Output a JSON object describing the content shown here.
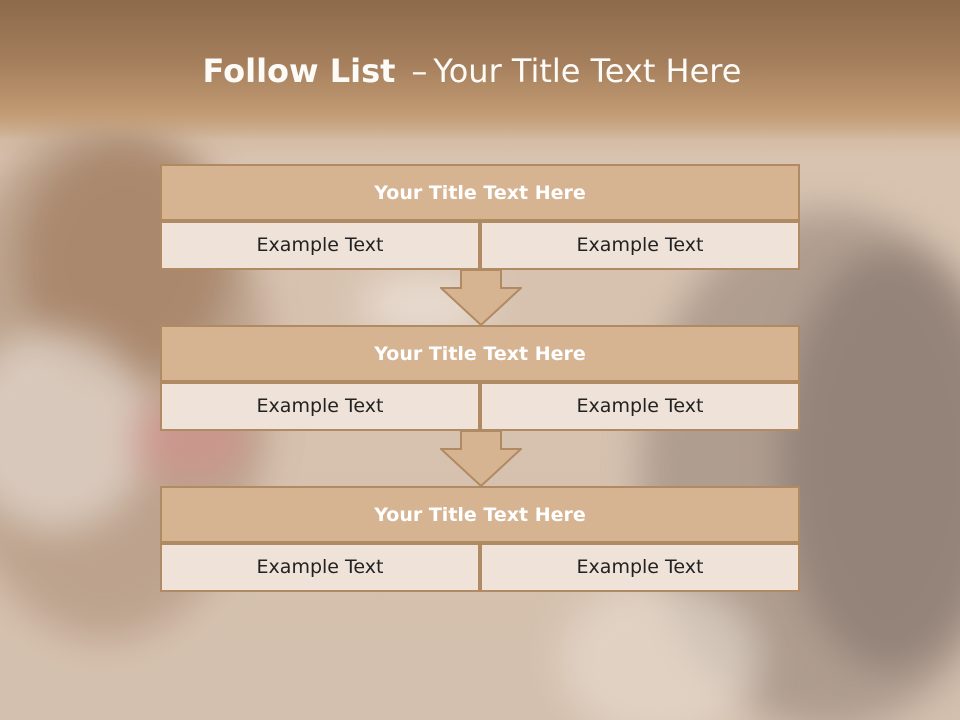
{
  "slide": {
    "title_bold": "Follow List",
    "title_dash": "–",
    "title_rest": "Your Title Text Here"
  },
  "steps": [
    {
      "title": "Your Title Text Here",
      "left": "Example Text",
      "right": "Example Text"
    },
    {
      "title": "Your Title Text Here",
      "left": "Example Text",
      "right": "Example Text"
    },
    {
      "title": "Your Title Text Here",
      "left": "Example Text",
      "right": "Example Text"
    }
  ],
  "colors": {
    "header_fill": "#d6b391",
    "cell_fill": "#efe2d8",
    "border": "#b08a62",
    "arrow_fill": "#d6b391"
  },
  "icons": {
    "connector": "down-arrow-icon"
  }
}
